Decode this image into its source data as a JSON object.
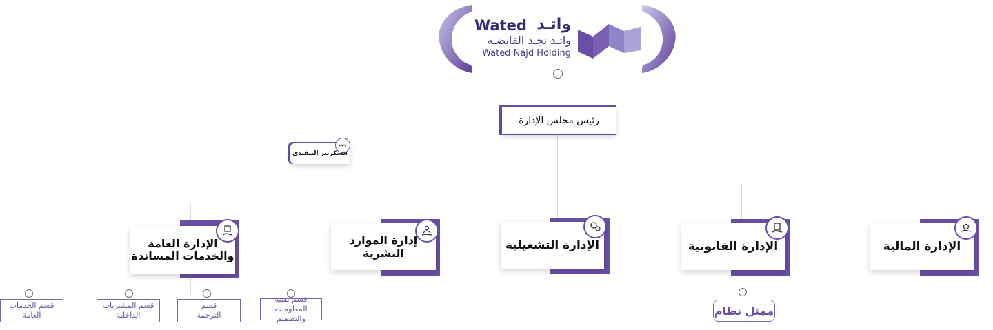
{
  "logo": {
    "latin_name": "Wated",
    "arabic_name": "واتـد",
    "arabic_full": "واتـد نجـد القابضـة",
    "english_full": "Wated Najd Holding",
    "colors": {
      "primary": "#6a4fa4",
      "light": "#a9a3d8",
      "text": "#3b2a7a"
    }
  },
  "chairman": {
    "label": "رئيس مجلس الإدارة"
  },
  "executive_secretary": {
    "label": "السكرتير التنفيذي",
    "icon": "handshake-icon"
  },
  "departments": [
    {
      "id": "finance",
      "label": "الإدارة المالية",
      "icon": "gear-hand-icon"
    },
    {
      "id": "legal",
      "label": "الإدارة القانونية",
      "icon": "document-hand-icon"
    },
    {
      "id": "operations",
      "label": "الإدارة التشغيلية",
      "icon": "gears-icon"
    },
    {
      "id": "hr",
      "label": "إدارة الموارد البشرية",
      "icon": "people-hand-icon"
    },
    {
      "id": "general",
      "label_line1": "الإدارة العامة",
      "label_line2": "والخدمات المساندة",
      "icon": "calendar-hand-icon"
    }
  ],
  "legal_sub": {
    "label": "ممثل نظام"
  },
  "subsections": [
    {
      "id": "it",
      "line1": "قسم تقنية",
      "line2": "المعلومات والتصميم"
    },
    {
      "id": "translation",
      "line1": "قسم",
      "line2": "الترجمة"
    },
    {
      "id": "procurement",
      "line1": "قسم المشتريات",
      "line2": "الداخلية"
    },
    {
      "id": "services",
      "line1": "قسم الخدمات",
      "line2": "العامة"
    }
  ]
}
